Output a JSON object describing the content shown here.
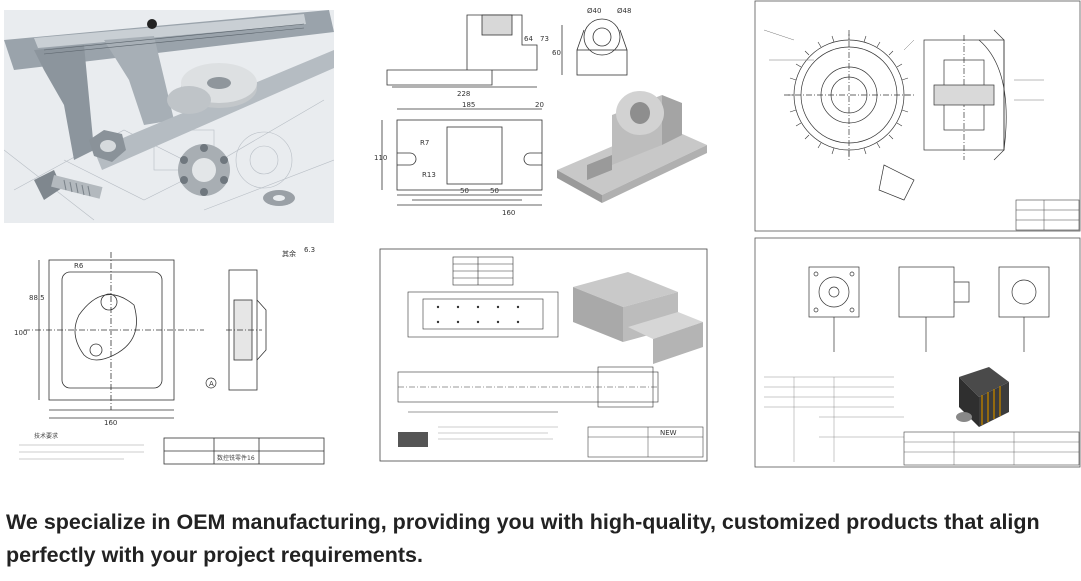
{
  "caption": "We specialize in OEM manufacturing, providing you with high-quality, customized products that align perfectly with your project requirements.",
  "gallery": {
    "tiles": [
      {
        "subject": "caliper-nut-bolt-bearing-photo"
      },
      {
        "subject": "bracket-drawing-with-3d-render",
        "labels": {
          "d1": "Ø40",
          "d2": "Ø48",
          "d3": "64",
          "d4": "73",
          "d5": "60",
          "d6": "228",
          "d7": "185",
          "d8": "20",
          "d9": "R7",
          "d10": "R13",
          "d11": "110",
          "d12": "50",
          "d13": "50",
          "d14": "160"
        }
      },
      {
        "subject": "gear-assembly-drawing"
      },
      {
        "subject": "cam-plate-drawing",
        "labels": {
          "a1": "技术要求",
          "a2": "数控铣零件16",
          "a3": "其余",
          "a4": "6.3",
          "a5": "100",
          "a6": "160",
          "a7": "R6",
          "a8": "88.5",
          "a9": "A"
        }
      },
      {
        "subject": "linear-guide-drawing",
        "labels": {
          "b1": "NEW"
        }
      },
      {
        "subject": "stepper-motor-drawing"
      }
    ]
  },
  "colors": {
    "caption": "#222222",
    "line": "#333333"
  }
}
